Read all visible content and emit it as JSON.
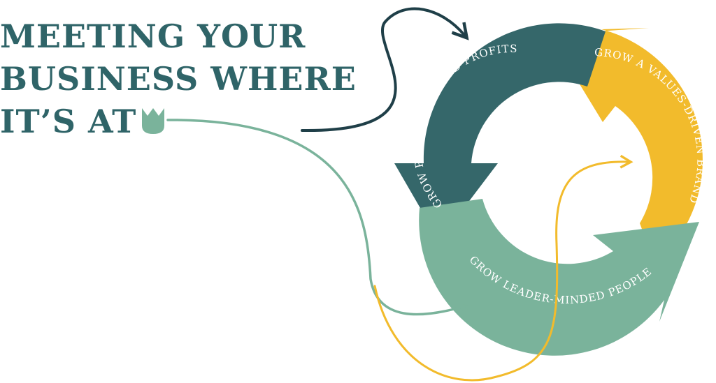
{
  "headline": {
    "line1": "MEETING YOUR",
    "line2": "BUSINESS WHERE",
    "line3": "IT’S AT"
  },
  "icon": "crown-icon",
  "cycle": {
    "segments": [
      {
        "label": "GROW PEOPLE-FOCUSED PROFITS",
        "color": "#35676a"
      },
      {
        "label": "GROW A VALUES-DRIVEN BRAND",
        "color": "#f2bb2c"
      },
      {
        "label": "GROW LEADER-MINDED PEOPLE",
        "color": "#7ab39b"
      }
    ]
  },
  "colors": {
    "headline": "#2f6468",
    "dark_connector": "#1f3f48",
    "green_connector": "#7ab39b",
    "yellow_connector": "#f2bb2c"
  }
}
